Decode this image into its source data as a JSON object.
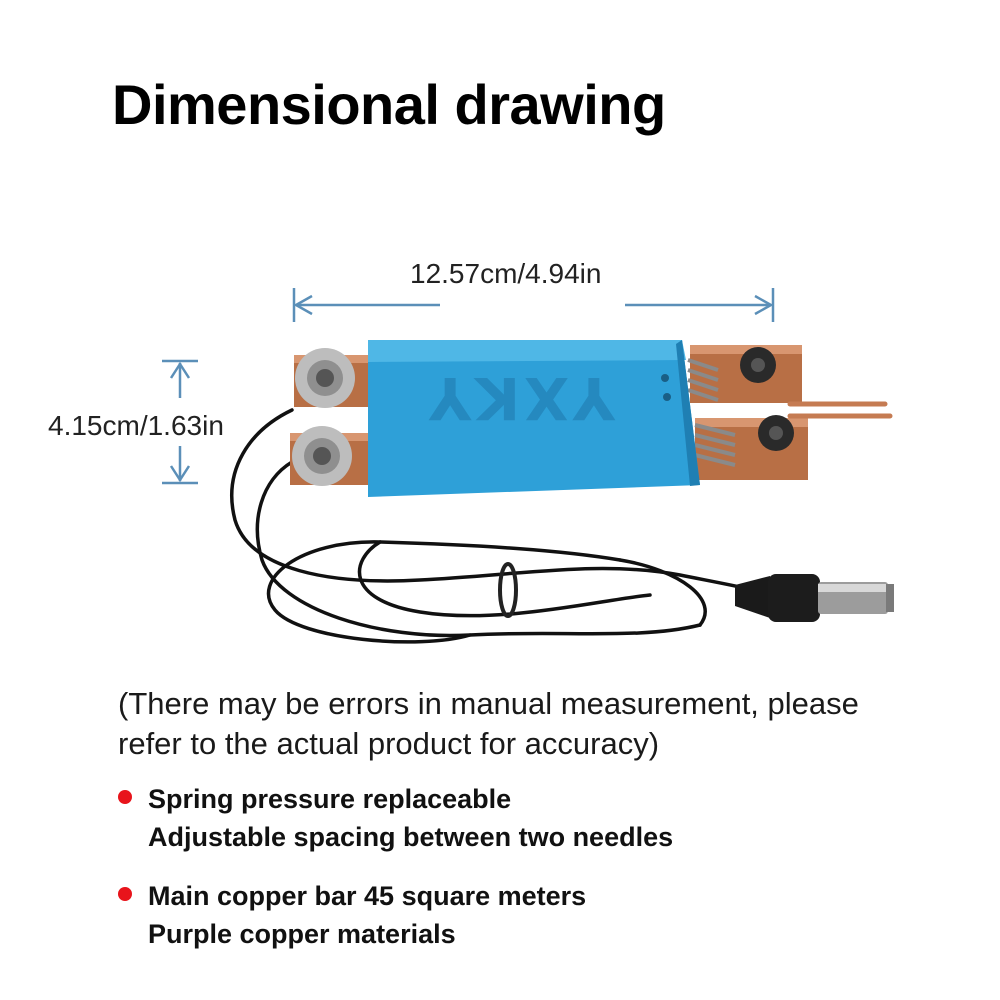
{
  "title": "Dimensional drawing",
  "dimensions": {
    "width": "12.57cm/4.94in",
    "height": "4.15cm/1.63in"
  },
  "product": {
    "brand_text": "YXKY",
    "colors": {
      "body": "#2ea0d8",
      "copper": "#b86f45",
      "cable": "#111111",
      "dimension_line": "#5b8fb8"
    }
  },
  "note": "(There may be errors in manual measurement, please refer to the actual product for accuracy)",
  "features": [
    {
      "lines": [
        "Spring pressure replaceable",
        "Adjustable spacing between two needles"
      ]
    },
    {
      "lines": [
        "Main copper bar 45 square meters",
        "Purple copper materials"
      ]
    }
  ],
  "bullet_color": "#e8141b"
}
